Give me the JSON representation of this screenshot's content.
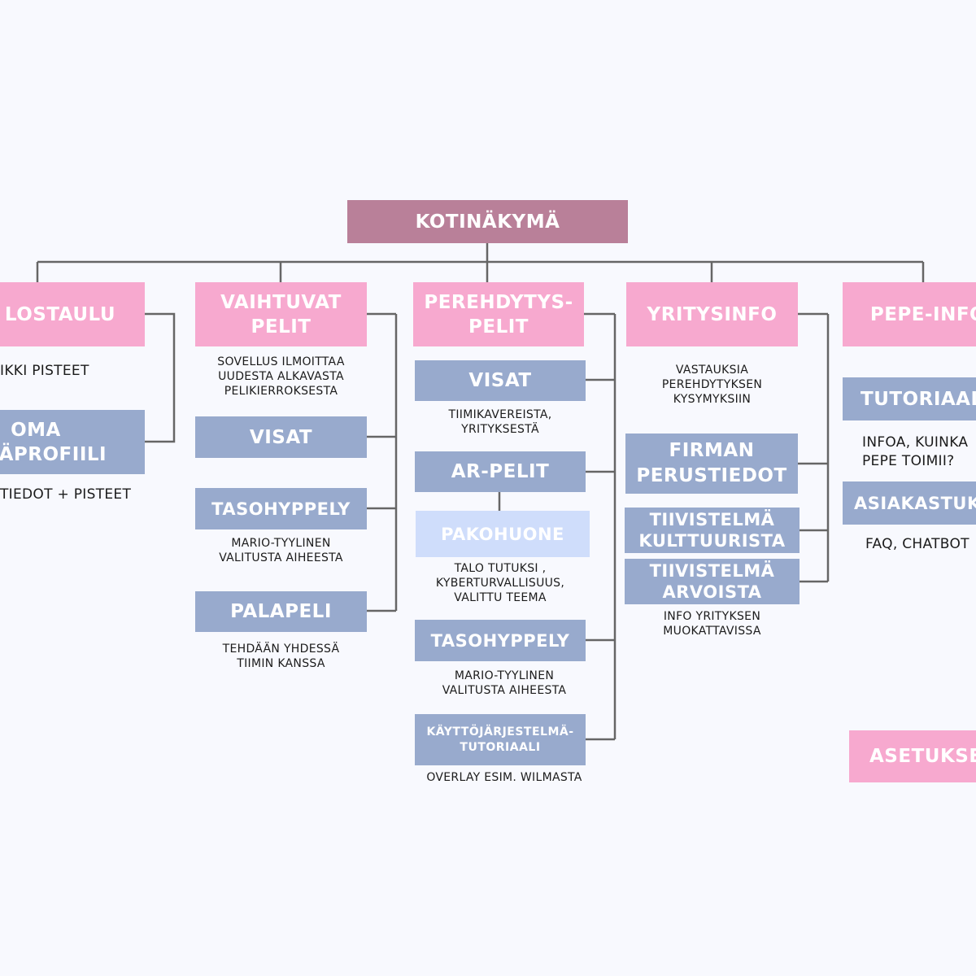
{
  "colors": {
    "background": "#f8f9fe",
    "root": "#b98099",
    "category": "#f7a9cf",
    "item": "#98aacd",
    "item_light": "#cfddfb",
    "line": "#666666"
  },
  "root": {
    "label": "KOTINÄKYMÄ"
  },
  "col1": {
    "title": "LOSTAULU",
    "note1": "IKKI PISTEET",
    "item1": "OMA\nTÄJÄPROFIILI",
    "note2": "TIEDOT + PISTEET"
  },
  "col2": {
    "title": "VAIHTUVAT\nPELIT",
    "note1": "SOVELLUS ILMOITTAA\nUUDESTA ALKAVASTA\nPELIKIERROKSESTA",
    "item1": "VISAT",
    "item2": "TASOHYPPELY",
    "note2": "MARIO-TYYLINEN\nVALITUSTA AIHEESTA",
    "item3": "PALAPELI",
    "note3": "TEHDÄÄN YHDESSÄ\nTIIMIN KANSSA"
  },
  "col3": {
    "title": "PEREHDYTYS-\nPELIT",
    "item1": "VISAT",
    "note1": "TIIMIKAVEREISTA,\nYRITYKSESTÄ",
    "item2": "AR-PELIT",
    "item3": "PAKOHUONE",
    "note2": "TALO TUTUKSI ,\nKYBERTURVALLISUUS,\nVALITTU TEEMA",
    "item4": "TASOHYPPELY",
    "note3": "MARIO-TYYLINEN\nVALITUSTA AIHEESTA",
    "item5": "KÄYTTÖJÄRJESTELMÄ-\nTUTORIAALI",
    "note4": "OVERLAY ESIM. WILMASTA"
  },
  "col4": {
    "title": "YRITYSINFO",
    "note1": "VASTAUKSIA\nPEREHDYTYKSEN\nKYSYMYKSIIN",
    "item1": "FIRMAN\nPERUSTIEDOT",
    "item2": "TIIVISTELMÄ\nKULTTUURISTA",
    "item3": "TIIVISTELMÄ\nARVOISTA",
    "note2": "INFO YRITYKSEN\nMUOKATTAVISSA"
  },
  "col5": {
    "title": "PEPE-INFO",
    "item1": "TUTORIAAL",
    "note1": "INFOA, KUINKA\nPEPE TOIMII?",
    "item2": "ASIAKASTUK",
    "note2": "FAQ, CHATBOT",
    "settings": "ASETUKSE"
  }
}
